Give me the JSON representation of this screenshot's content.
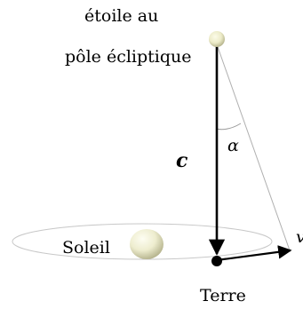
{
  "labels": {
    "star_line1": "étoile au",
    "star_line2": "pôle écliptique",
    "c": "c",
    "alpha": "α",
    "sun": "Soleil",
    "v": "v",
    "earth": "Terre"
  }
}
